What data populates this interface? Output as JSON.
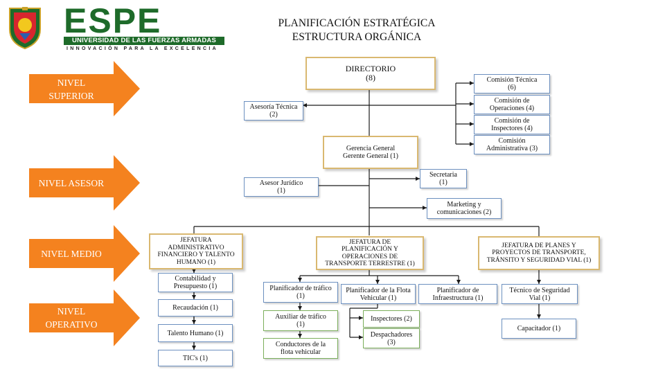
{
  "header": {
    "logo_brand": "ESPE",
    "logo_university": "UNIVERSIDAD DE LAS FUERZAS ARMADAS",
    "logo_tagline": "INNOVACIÓN PARA LA EXCELENCIA",
    "title_line1": "PLANIFICACIÓN ESTRATÉGICA",
    "title_line2": "ESTRUCTURA ORGÁNICA"
  },
  "levels": [
    {
      "label": "NIVEL\nSUPERIOR"
    },
    {
      "label": "NIVEL ASESOR"
    },
    {
      "label": "NIVEL MEDIO"
    },
    {
      "label": "NIVEL\nOPERATIVO"
    }
  ],
  "colors": {
    "arrow": "#f4821f",
    "box_border": "#6b8fbf",
    "gold_border": "#d9b870",
    "green_border": "#7aae5a",
    "brand_green": "#1e6b2a"
  },
  "org": {
    "directorio": "DIRECTORIO\n(8)",
    "comision_tecnica": "Comisión Técnica\n(6)",
    "comision_operaciones": "Comisión de\nOperaciones (4)",
    "comision_inspectores": "Comisión de\nInspectores (4)",
    "comision_administrativa": "Comisión\nAdministrativa (3)",
    "asesoria_tecnica": "Asesoría Técnica\n(2)",
    "gerencia_general": "Gerencia General\nGerente General (1)",
    "secretaria": "Secretaria\n(1)",
    "asesor_juridico": "Asesor Jurídico\n(1)",
    "marketing": "Marketing y\ncomunicaciones (2)",
    "jefatura_admin": "JEFATURA\nADMINISTRATIVO\nFINANCIERO Y TALENTO\nHUMANO (1)",
    "jefatura_planificacion": "JEFATURA DE\nPLANIFICACIÓN Y\nOPERACIONES DE\nTRANSPORTE TERRESTRE (1)",
    "jefatura_planes": "JEFATURA DE PLANES Y\nPROYECTOS DE TRANSPORTE,\nTRÁNSITO Y SEGURIDAD VIAL (1)",
    "contabilidad": "Contabilidad y\nPresupuesto (1)",
    "recaudacion": "Recaudación (1)",
    "talento_humano": "Talento Humano (1)",
    "tics": "TIC's (1)",
    "planificador_trafico": "Planificador de tráfico\n(1)",
    "auxiliar_trafico": "Auxiliar de tráfico\n(1)",
    "conductores": "Conductores de la\nflota vehicular",
    "planificador_flota": "Planificador de la Flota\nVehicular (1)",
    "inspectores": "Inspectores (2)",
    "despachadores": "Despachadores\n(3)",
    "planificador_infra": "Planificador de\nInfraestructura (1)",
    "tecnico_seguridad": "Técnico de Seguridad\nVial (1)",
    "capacitador": "Capacitador (1)"
  }
}
